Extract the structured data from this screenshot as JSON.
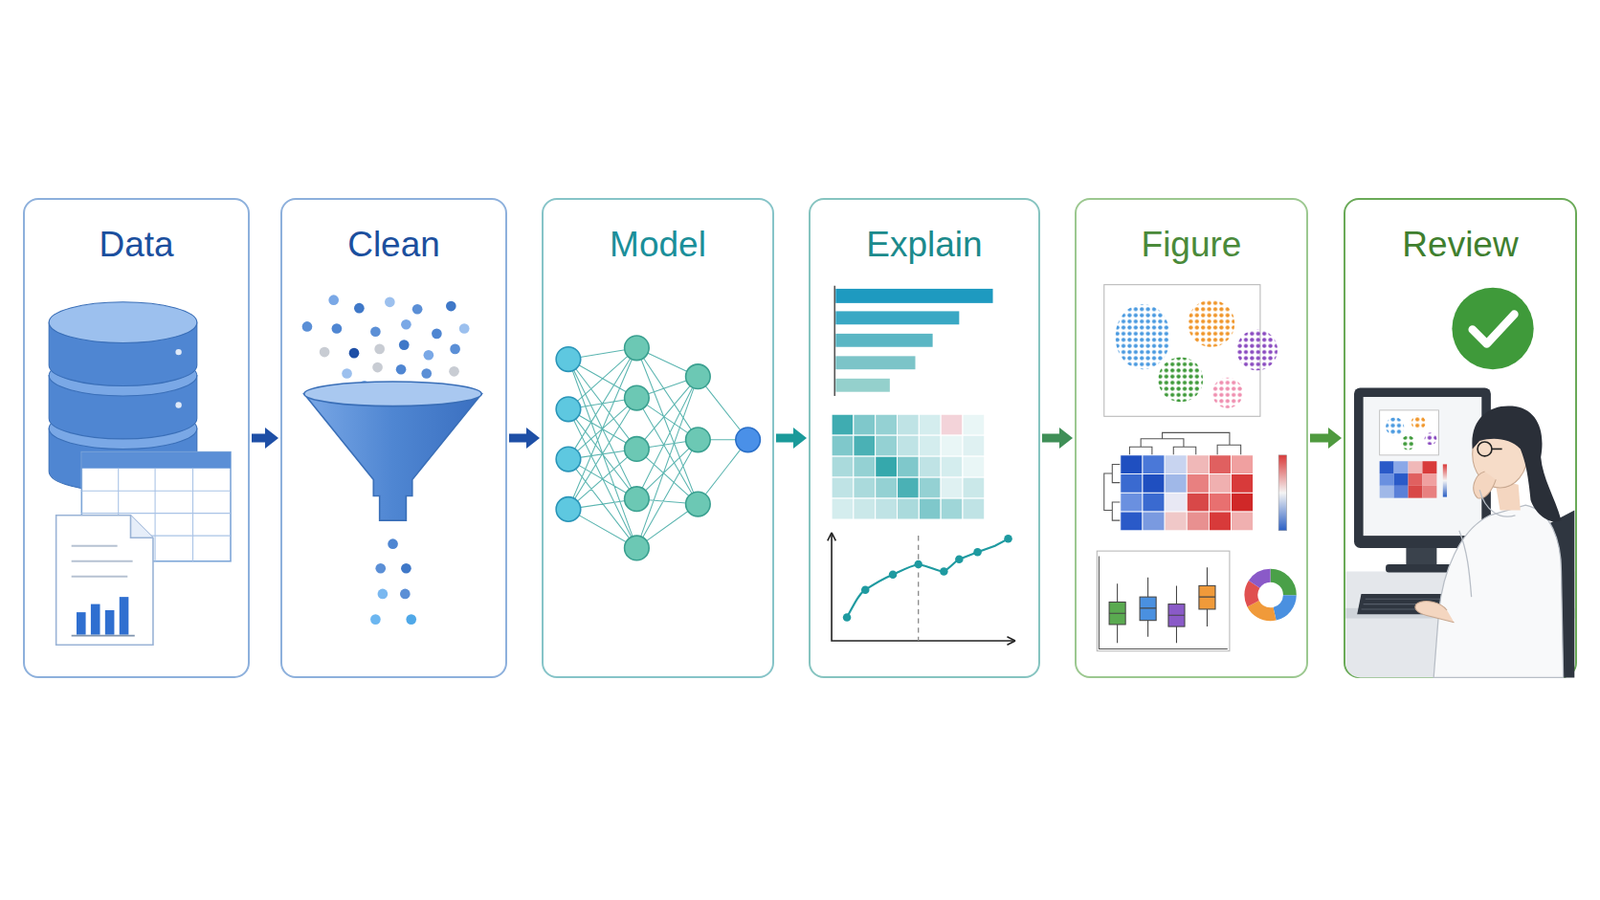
{
  "diagram": {
    "nodes": [
      {
        "text": [
          "Data"
        ]
      },
      {
        "text": [
          "Clean"
        ]
      },
      {
        "text": [
          "Model"
        ]
      },
      {
        "text": [
          "Explain"
        ]
      },
      {
        "text": [
          "Figure"
        ]
      },
      {
        "text": [
          "Review"
        ]
      }
    ],
    "edges": [
      {
        "from": 0,
        "to": 1,
        "arrow": "to"
      },
      {
        "from": 1,
        "to": 2,
        "arrow": "to"
      },
      {
        "from": 2,
        "to": 3,
        "arrow": "to"
      },
      {
        "from": 3,
        "to": 4,
        "arrow": "to"
      },
      {
        "from": 4,
        "to": 5,
        "arrow": "to"
      }
    ]
  }
}
